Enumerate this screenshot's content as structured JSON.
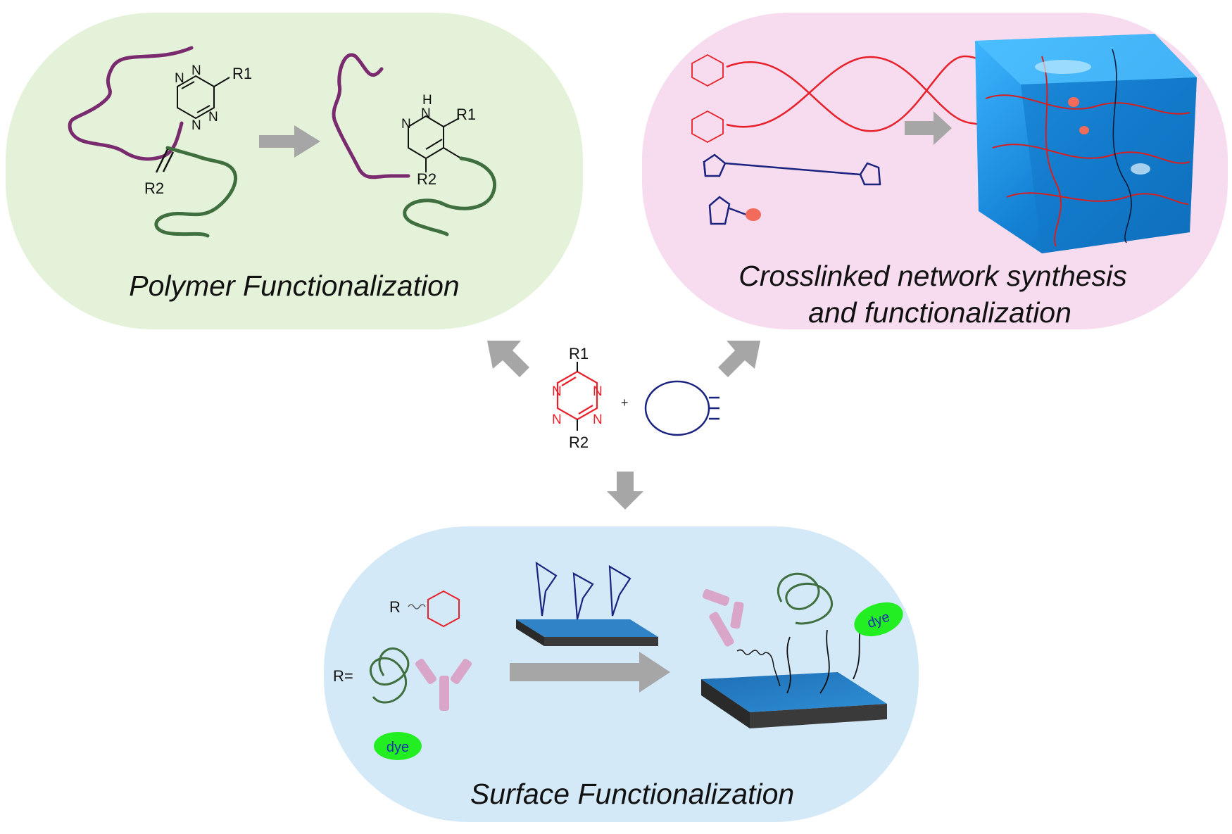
{
  "panels": {
    "polymer": {
      "title": "Polymer Functionalization",
      "color": "#e3f2d8"
    },
    "crosslink": {
      "title_line1": "Crosslinked network synthesis",
      "title_line2": "and functionalization",
      "color": "#f7dbef"
    },
    "surface": {
      "title": "Surface Functionalization",
      "color": "#d3e9f7"
    }
  },
  "center": {
    "r1_label": "R1",
    "r2_label": "R2",
    "plus": "+",
    "nitrogen": "N"
  },
  "polymer": {
    "r1_label": "R1",
    "r2_label": "R2",
    "r1_product": "R1",
    "r2_product": "R2",
    "nh_label": "H",
    "n_label": "N"
  },
  "surface": {
    "r_label": "R",
    "r_eq_label": "R=",
    "dye_label": "dye"
  },
  "colors": {
    "tetrazine": "#e8202a",
    "dienophile": "#1a237e",
    "polymer_purple": "#7a2a6e",
    "polymer_green": "#3f6e3f",
    "arrow": "#a6a6a6",
    "antibody": "#d9a6c9",
    "dye": "#22ee22",
    "gel": "#2b9ae0"
  }
}
